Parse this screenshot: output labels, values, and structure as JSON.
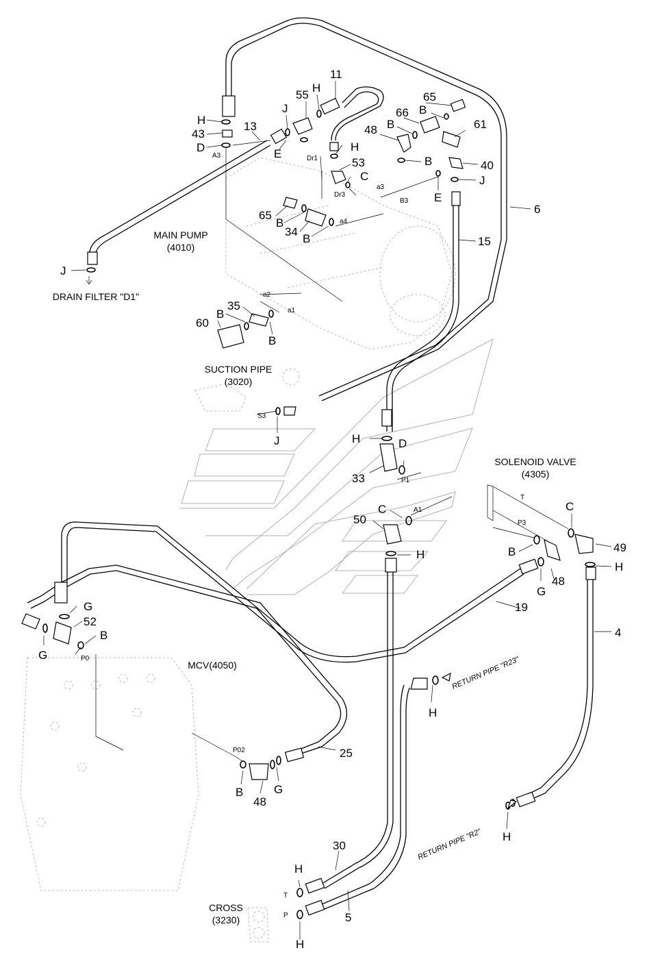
{
  "components": {
    "main_pump": {
      "name": "MAIN PUMP",
      "code": "(4010)"
    },
    "suction_pipe": {
      "name": "SUCTION PIPE",
      "code": "(3020)"
    },
    "solenoid_valve": {
      "name": "SOLENOID VALVE",
      "code": "(4305)"
    },
    "mcv": {
      "name": "MCV(4050)"
    },
    "cross": {
      "name": "CROSS",
      "code": "(3230)"
    },
    "drain_filter": {
      "name": "DRAIN FILTER \"D1\""
    },
    "return_r23": {
      "name": "RETURN PIPE \"R23\""
    },
    "return_r2": {
      "name": "RETURN PIPE \"R2\""
    }
  },
  "part_labels": [
    {
      "id": "p11",
      "text": "11"
    },
    {
      "id": "p55",
      "text": "55"
    },
    {
      "id": "pH1",
      "text": "H"
    },
    {
      "id": "pJ1",
      "text": "J"
    },
    {
      "id": "pH2",
      "text": "H"
    },
    {
      "id": "p43",
      "text": "43"
    },
    {
      "id": "pD1",
      "text": "D"
    },
    {
      "id": "p13",
      "text": "13"
    },
    {
      "id": "pE1",
      "text": "E"
    },
    {
      "id": "p65a",
      "text": "65"
    },
    {
      "id": "pB1",
      "text": "B"
    },
    {
      "id": "p66",
      "text": "66"
    },
    {
      "id": "pB2",
      "text": "B"
    },
    {
      "id": "p61",
      "text": "61"
    },
    {
      "id": "p48a",
      "text": "48"
    },
    {
      "id": "pH3",
      "text": "H"
    },
    {
      "id": "p53",
      "text": "53"
    },
    {
      "id": "pC1",
      "text": "C"
    },
    {
      "id": "pB3",
      "text": "B"
    },
    {
      "id": "p40",
      "text": "40"
    },
    {
      "id": "pJ2",
      "text": "J"
    },
    {
      "id": "pE2",
      "text": "E"
    },
    {
      "id": "p6",
      "text": "6"
    },
    {
      "id": "p65b",
      "text": "65"
    },
    {
      "id": "pB4",
      "text": "B"
    },
    {
      "id": "p34",
      "text": "34"
    },
    {
      "id": "pB5",
      "text": "B"
    },
    {
      "id": "p15",
      "text": "15"
    },
    {
      "id": "pJ3",
      "text": "J"
    },
    {
      "id": "p35",
      "text": "35"
    },
    {
      "id": "pB6",
      "text": "B"
    },
    {
      "id": "p60",
      "text": "60"
    },
    {
      "id": "pB7",
      "text": "B"
    },
    {
      "id": "pJ4",
      "text": "J"
    },
    {
      "id": "pH4",
      "text": "H"
    },
    {
      "id": "pD2",
      "text": "D"
    },
    {
      "id": "p33",
      "text": "33"
    },
    {
      "id": "pC2",
      "text": "C"
    },
    {
      "id": "p50",
      "text": "50"
    },
    {
      "id": "pH5",
      "text": "H"
    },
    {
      "id": "pC3",
      "text": "C"
    },
    {
      "id": "p49",
      "text": "49"
    },
    {
      "id": "pH6",
      "text": "H"
    },
    {
      "id": "pB8",
      "text": "B"
    },
    {
      "id": "p48b",
      "text": "48"
    },
    {
      "id": "pG1",
      "text": "G"
    },
    {
      "id": "p19",
      "text": "19"
    },
    {
      "id": "p4",
      "text": "4"
    },
    {
      "id": "pG2",
      "text": "G"
    },
    {
      "id": "p52",
      "text": "52"
    },
    {
      "id": "pB9",
      "text": "B"
    },
    {
      "id": "pG3",
      "text": "G"
    },
    {
      "id": "pH7",
      "text": "H"
    },
    {
      "id": "p25",
      "text": "25"
    },
    {
      "id": "pB10",
      "text": "B"
    },
    {
      "id": "p48c",
      "text": "48"
    },
    {
      "id": "pG4",
      "text": "G"
    },
    {
      "id": "pH8",
      "text": "H"
    },
    {
      "id": "p30",
      "text": "30"
    },
    {
      "id": "pH9",
      "text": "H"
    },
    {
      "id": "p5",
      "text": "5"
    },
    {
      "id": "pH10",
      "text": "H"
    }
  ],
  "port_labels": [
    {
      "id": "A3",
      "text": "A3"
    },
    {
      "id": "Dr1",
      "text": "Dr1"
    },
    {
      "id": "Dr3",
      "text": "Dr3"
    },
    {
      "id": "a3",
      "text": "a3"
    },
    {
      "id": "B3",
      "text": "B3"
    },
    {
      "id": "a4",
      "text": "a4"
    },
    {
      "id": "a2",
      "text": "a2"
    },
    {
      "id": "a1",
      "text": "a1"
    },
    {
      "id": "S3",
      "text": "S3"
    },
    {
      "id": "P1",
      "text": "P1"
    },
    {
      "id": "A1",
      "text": "A1"
    },
    {
      "id": "T1",
      "text": "T"
    },
    {
      "id": "P3",
      "text": "P3"
    },
    {
      "id": "P0",
      "text": "P0"
    },
    {
      "id": "P02",
      "text": "P02"
    },
    {
      "id": "T2",
      "text": "T"
    },
    {
      "id": "P2",
      "text": "P"
    }
  ]
}
